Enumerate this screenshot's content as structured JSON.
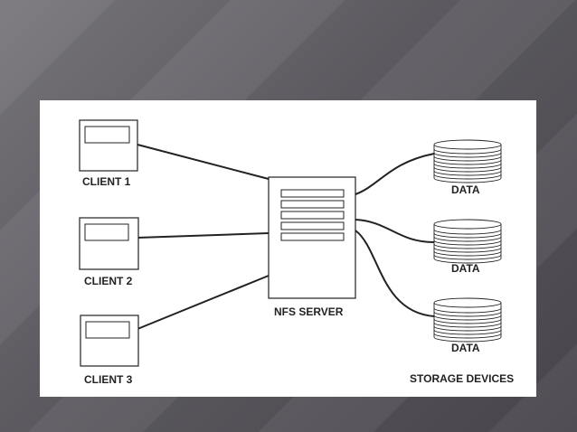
{
  "clients": [
    {
      "label": "CLIENT 1"
    },
    {
      "label": "CLIENT 2"
    },
    {
      "label": "CLIENT 3"
    }
  ],
  "server": {
    "label": "NFS SERVER"
  },
  "storage": [
    {
      "label": "DATA"
    },
    {
      "label": "DATA"
    },
    {
      "label": "DATA"
    }
  ],
  "storage_caption": "STORAGE DEVICES"
}
